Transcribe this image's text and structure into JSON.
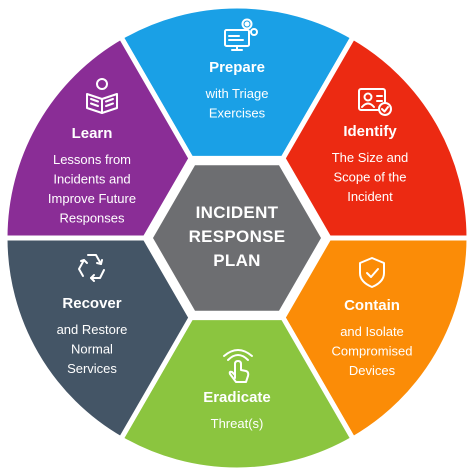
{
  "center": {
    "lines": [
      "INCIDENT",
      "RESPONSE",
      "PLAN"
    ]
  },
  "segments": [
    {
      "key": "prepare",
      "title": "Prepare",
      "sub": [
        "with Triage",
        "Exercises"
      ],
      "color": "#1aa0e6",
      "icon": "computer-gears-icon"
    },
    {
      "key": "identify",
      "title": "Identify",
      "sub": [
        "The Size and",
        "Scope of the",
        "Incident"
      ],
      "color": "#ec2a12",
      "icon": "id-card-check-icon"
    },
    {
      "key": "contain",
      "title": "Contain",
      "sub": [
        "and Isolate",
        "Compromised",
        "Devices"
      ],
      "color": "#fb8c07",
      "icon": "shield-check-icon"
    },
    {
      "key": "eradicate",
      "title": "Eradicate",
      "sub": [
        "Threat(s)"
      ],
      "color": "#8bc53f",
      "icon": "touch-hand-icon"
    },
    {
      "key": "recover",
      "title": "Recover",
      "sub": [
        "and Restore",
        "Normal",
        "Services"
      ],
      "color": "#445566",
      "icon": "recycle-icon"
    },
    {
      "key": "learn",
      "title": "Learn",
      "sub": [
        "Lessons from",
        "Incidents and",
        "Improve Future",
        "Responses"
      ],
      "color": "#8a2d96",
      "icon": "reading-person-icon"
    }
  ],
  "colors": {
    "hex_fill": "#6d6e71",
    "hex_border": "#ffffff",
    "divider": "#ffffff"
  }
}
